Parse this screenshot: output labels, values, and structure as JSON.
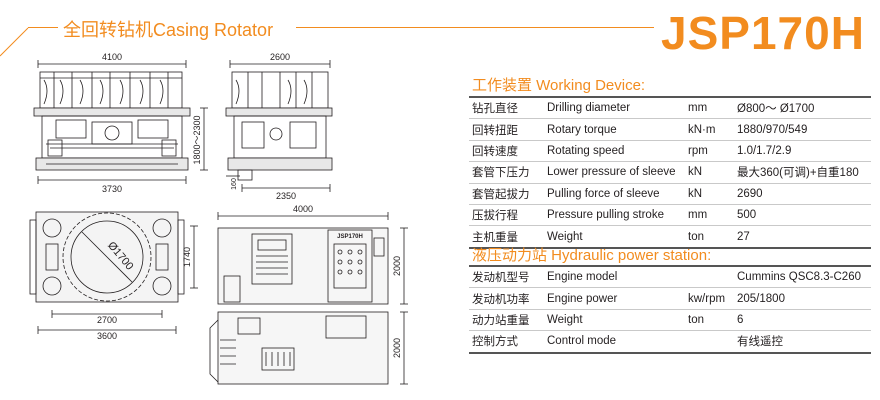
{
  "header": {
    "title": "全回转钻机Casing Rotator",
    "model": "JSP170H"
  },
  "drawing_labels": {
    "front_width": "4100",
    "front_base": "3730",
    "front_height": "1800～2300",
    "side_width": "2600",
    "side_base": "2350",
    "side_small": "160",
    "plan_diameter": "Ø1700",
    "plan_height": "1740",
    "plan_inner": "2700",
    "plan_outer": "3600",
    "station_width": "4000",
    "station_height_top": "2000",
    "station_height_bottom": "2000",
    "station_brand": "JSP170H"
  },
  "working_device": {
    "title": "工作装置 Working Device:",
    "rows": [
      {
        "cn": "钻孔直径",
        "en": "Drilling diameter",
        "unit": "mm",
        "value": "Ø800～ Ø1700"
      },
      {
        "cn": "回转扭距",
        "en": "Rotary torque",
        "unit": "kN·m",
        "value": "1880/970/549"
      },
      {
        "cn": "回转速度",
        "en": "Rotating speed",
        "unit": "rpm",
        "value": "1.0/1.7/2.9"
      },
      {
        "cn": "套管下压力",
        "en": "Lower pressure of sleeve",
        "unit": "kN",
        "value": "最大360(可调)+自重180"
      },
      {
        "cn": "套管起拔力",
        "en": "Pulling force of sleeve",
        "unit": "kN",
        "value": "2690"
      },
      {
        "cn": "压拔行程",
        "en": "Pressure pulling stroke",
        "unit": "mm",
        "value": "500"
      },
      {
        "cn": "主机重量",
        "en": "Weight",
        "unit": "ton",
        "value": "27"
      }
    ]
  },
  "hydraulic_station": {
    "title": "液压动力站 Hydraulic power station:",
    "rows": [
      {
        "cn": "发动机型号",
        "en": "Engine model",
        "unit": "",
        "value": "Cummins QSC8.3-C260"
      },
      {
        "cn": "发动机功率",
        "en": "Engine power",
        "unit": "kw/rpm",
        "value": "205/1800"
      },
      {
        "cn": "动力站重量",
        "en": "Weight",
        "unit": "ton",
        "value": "6"
      },
      {
        "cn": "控制方式",
        "en": "Control mode",
        "unit": "",
        "value": "有线遥控"
      }
    ]
  },
  "colors": {
    "accent": "#f28c1f",
    "ink": "#231f20",
    "rule": "#555555"
  }
}
